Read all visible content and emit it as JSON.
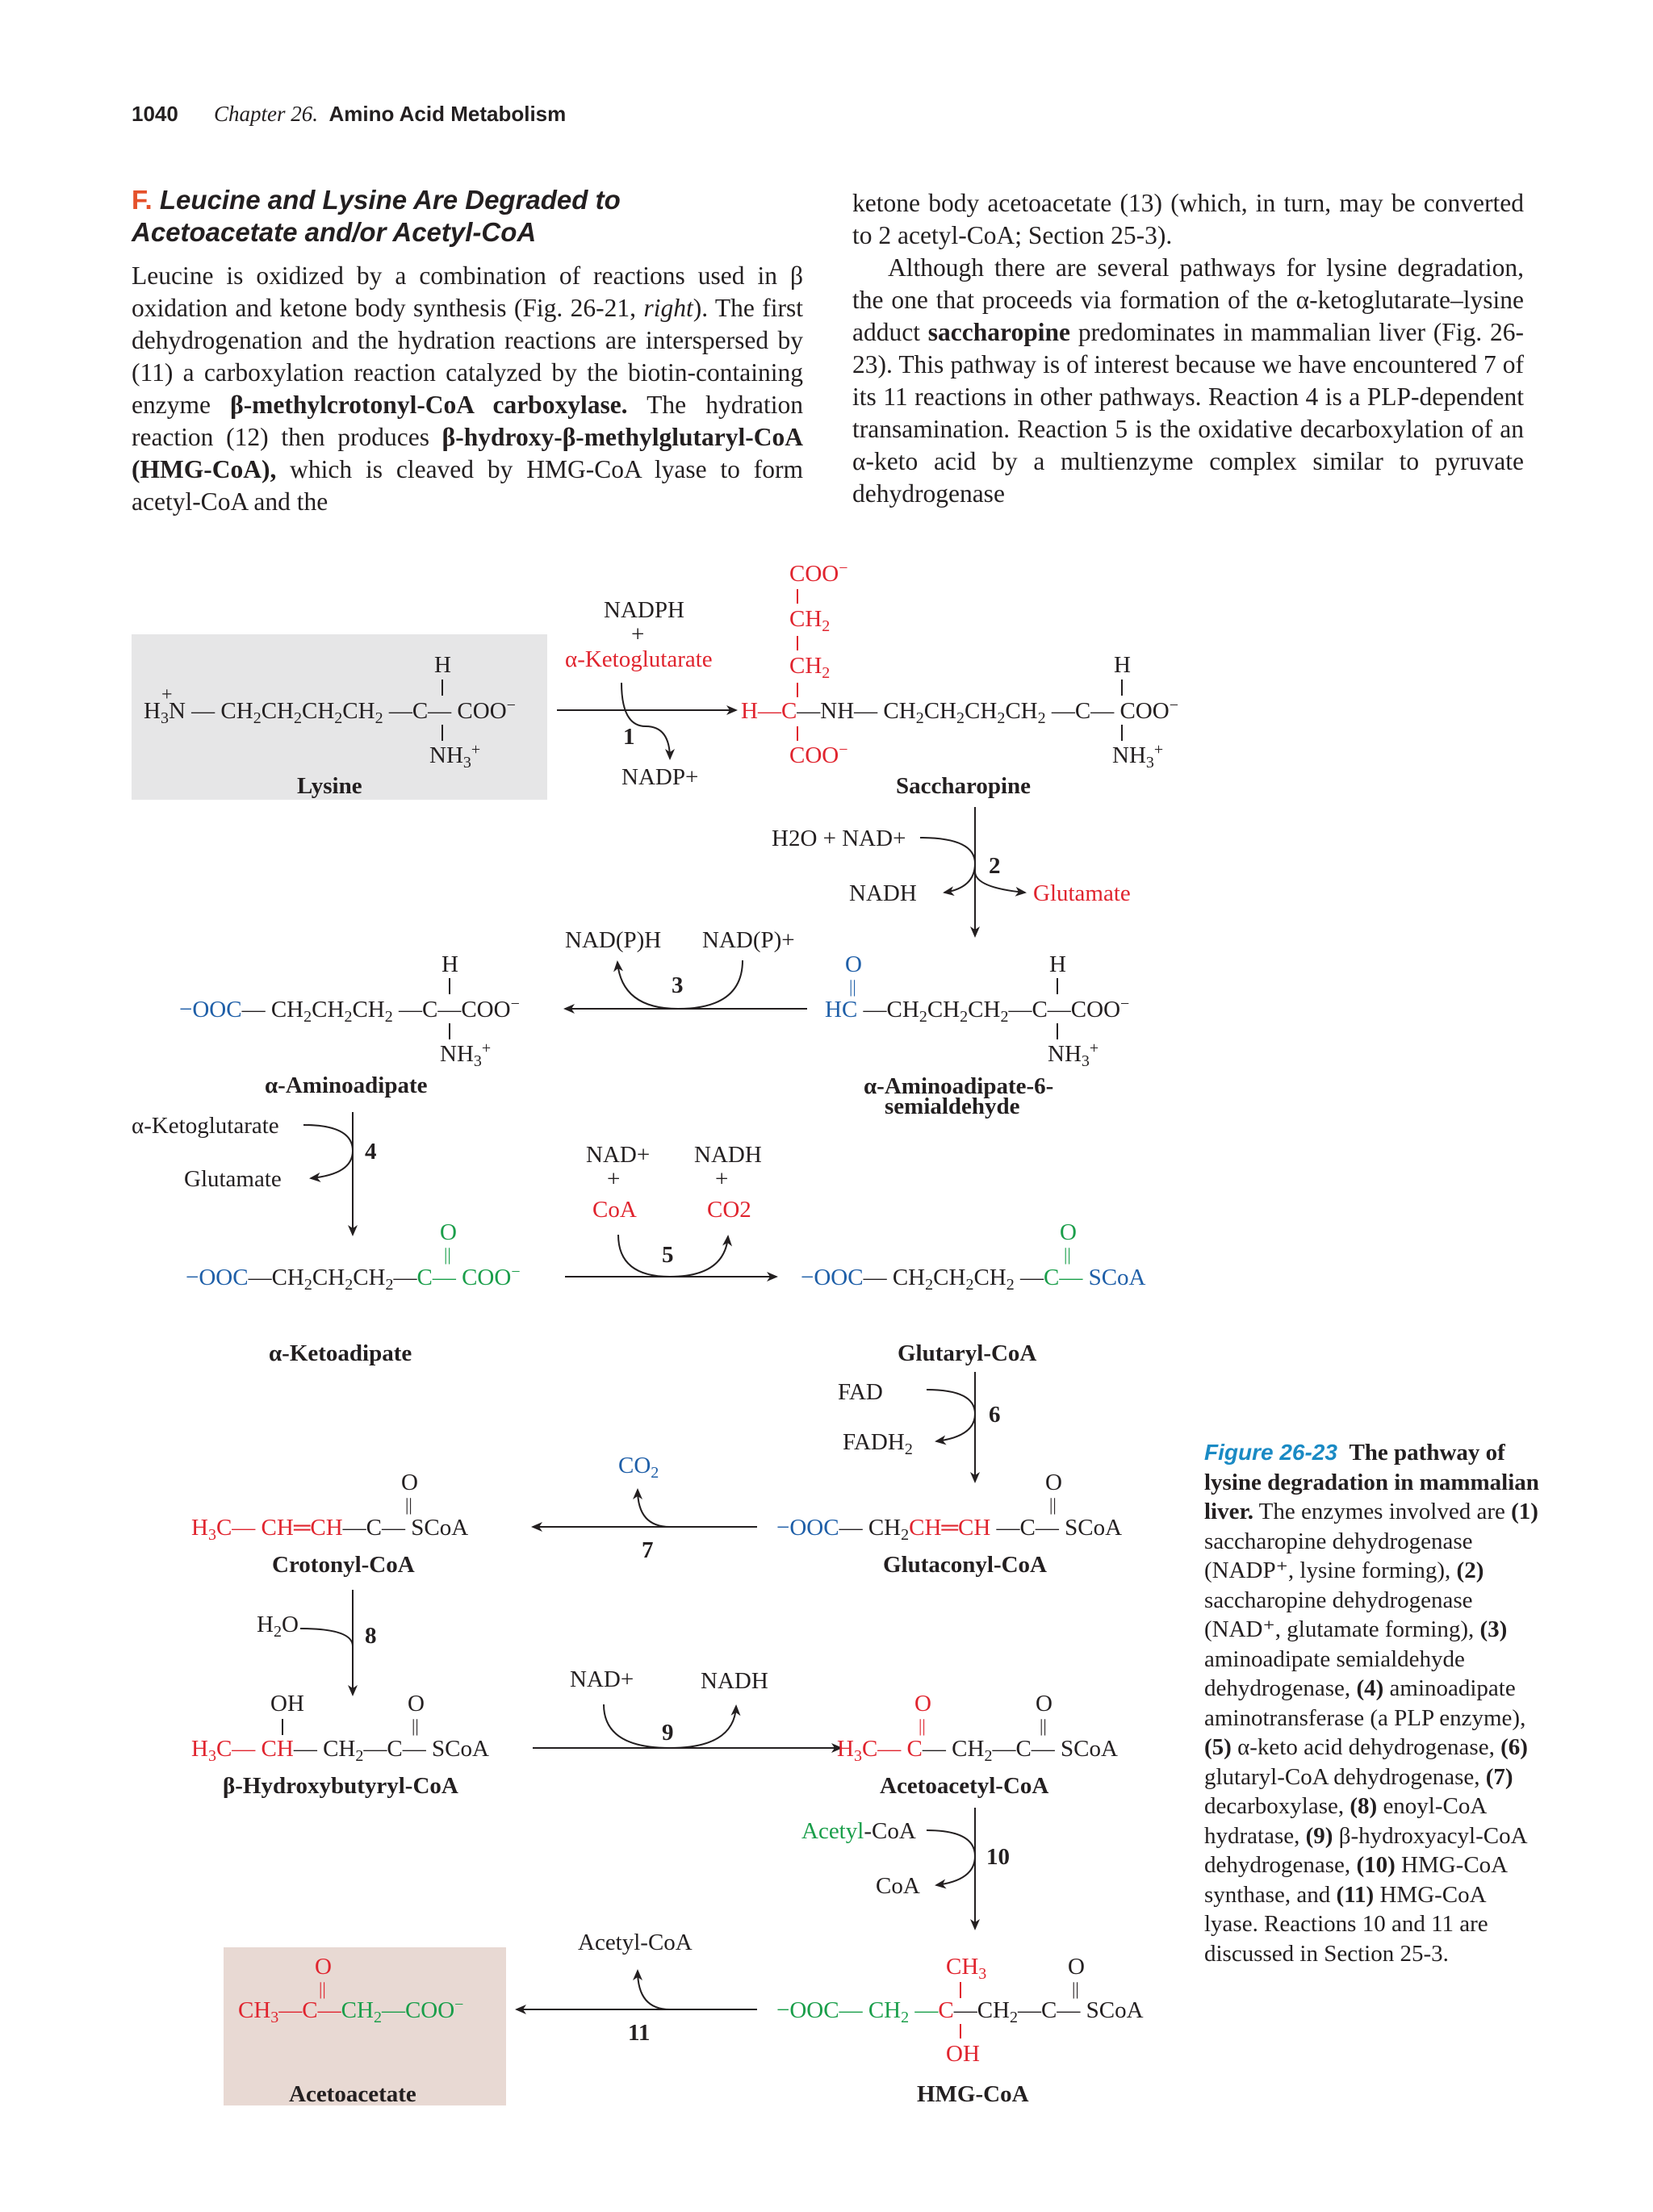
{
  "header": {
    "page_number": "1040",
    "chapter_label": "Chapter 26.",
    "chapter_title": "Amino Acid Metabolism"
  },
  "section": {
    "letter": "F.",
    "title_line1": "Leucine and Lysine Are Degraded to",
    "title_line2": "Acetoacetate and/or Acetyl-CoA"
  },
  "left_column": {
    "p1_a": "Leucine is oxidized by a combination of reactions used in β oxidation and ketone body synthesis (Fig. 26-21, ",
    "p1_right": "right",
    "p1_b": "). The first dehydrogenation and the hydration reactions are interspersed by (11) a carboxylation reaction catalyzed by the biotin-containing enzyme ",
    "p1_enzyme": "β-methylcrotonyl-CoA carboxylase.",
    "p1_c": " The hydration reaction (12) then produces ",
    "p1_hmg": "β-hydroxy-β-methylglutaryl-CoA (HMG-CoA),",
    "p1_d": " which is cleaved by HMG-CoA lyase to form acetyl-CoA and the"
  },
  "right_column": {
    "p1": "ketone body acetoacetate (13) (which, in turn, may be converted to 2 acetyl-CoA; Section 25-3).",
    "p2_a": "Although there are several pathways for lysine degradation, the one that proceeds via formation of the α-ketoglutarate–lysine adduct ",
    "p2_sacch": "saccharopine",
    "p2_b": " predominates in mammalian liver (Fig. 26-23). This pathway is of interest because we have encountered 7 of its 11 reactions in other pathways. Reaction 4 is a PLP-dependent transamination. Reaction 5 is the oxidative decarboxylation of an α-keto acid by a multienzyme complex similar to pyruvate dehydrogenase"
  },
  "diagram": {
    "compounds": {
      "lysine": "Lysine",
      "saccharopine": "Saccharopine",
      "aminoadipate": "α-Aminoadipate",
      "semialdehyde_l1": "α-Aminoadipate-6-",
      "semialdehyde_l2": "semialdehyde",
      "ketoadipate": "α-Ketoadipate",
      "glutaryl": "Glutaryl-CoA",
      "glutaconyl": "Glutaconyl-CoA",
      "crotonyl": "Crotonyl-CoA",
      "hydroxybutyryl": "β-Hydroxybutyryl-CoA",
      "acetoacetyl": "Acetoacetyl-CoA",
      "hmg": "HMG-CoA",
      "acetoacetate": "Acetoacetate"
    },
    "reagents": {
      "r1_in_1": "NADPH",
      "r1_in_plus": "+",
      "r1_in_2": "α-Ketoglutarate",
      "r1_out": "NADP+",
      "r2_in": "H2O + NAD+",
      "r2_out_1": "NADH",
      "r2_out_2": "Glutamate",
      "r3_out": "NAD(P)H",
      "r3_in": "NAD(P)+",
      "r4_in": "α-Ketoglutarate",
      "r4_out": "Glutamate",
      "r5_in_1": "NAD+",
      "r5_in_2": "CoA",
      "r5_out_1": "NADH",
      "r5_out_2": "CO2",
      "r6_in": "FAD",
      "r6_out": "FADH2",
      "r7_out": "CO2",
      "r8_in": "H2O",
      "r9_in": "NAD+",
      "r9_out": "NADH",
      "r10_in": "Acetyl-CoA",
      "r10_out": "CoA",
      "r11_out": "Acetyl-CoA"
    },
    "step_numbers": [
      "1",
      "2",
      "3",
      "4",
      "5",
      "6",
      "7",
      "8",
      "9",
      "10",
      "11"
    ],
    "colors": {
      "red": "#e0242e",
      "blue": "#1f5fa8",
      "green": "#1a9e4a",
      "black": "#231f20"
    }
  },
  "caption": {
    "fig_label": "Figure 26-23",
    "title": "The pathway of lysine degradation in mammalian liver.",
    "intro": " The enzymes involved are",
    "e1_num": "(1)",
    "e1": " saccharopine dehydrogenase (NADP⁺, lysine forming),",
    "e2_num": "(2)",
    "e2": " saccharopine dehydrogenase (NAD⁺, glutamate forming),",
    "e3_num": "(3)",
    "e3": " aminoadipate semialdehyde dehydrogenase,",
    "e4_num": "(4)",
    "e4": " aminoadipate aminotransferase (a PLP enzyme),",
    "e5_num": "(5)",
    "e5": " α-keto acid dehydrogenase,",
    "e6_num": "(6)",
    "e6": " glutaryl-CoA dehydrogenase,",
    "e7_num": "(7)",
    "e7": " decarboxylase,",
    "e8_num": "(8)",
    "e8": " enoyl-CoA hydratase,",
    "e9_num": "(9)",
    "e9": " β-hydroxyacyl-CoA dehydrogenase,",
    "e10_num": "(10)",
    "e10": " HMG-CoA synthase, and",
    "e11_num": "(11)",
    "e11": " HMG-CoA lyase. Reactions 10 and 11 are discussed in Section 25-3."
  }
}
